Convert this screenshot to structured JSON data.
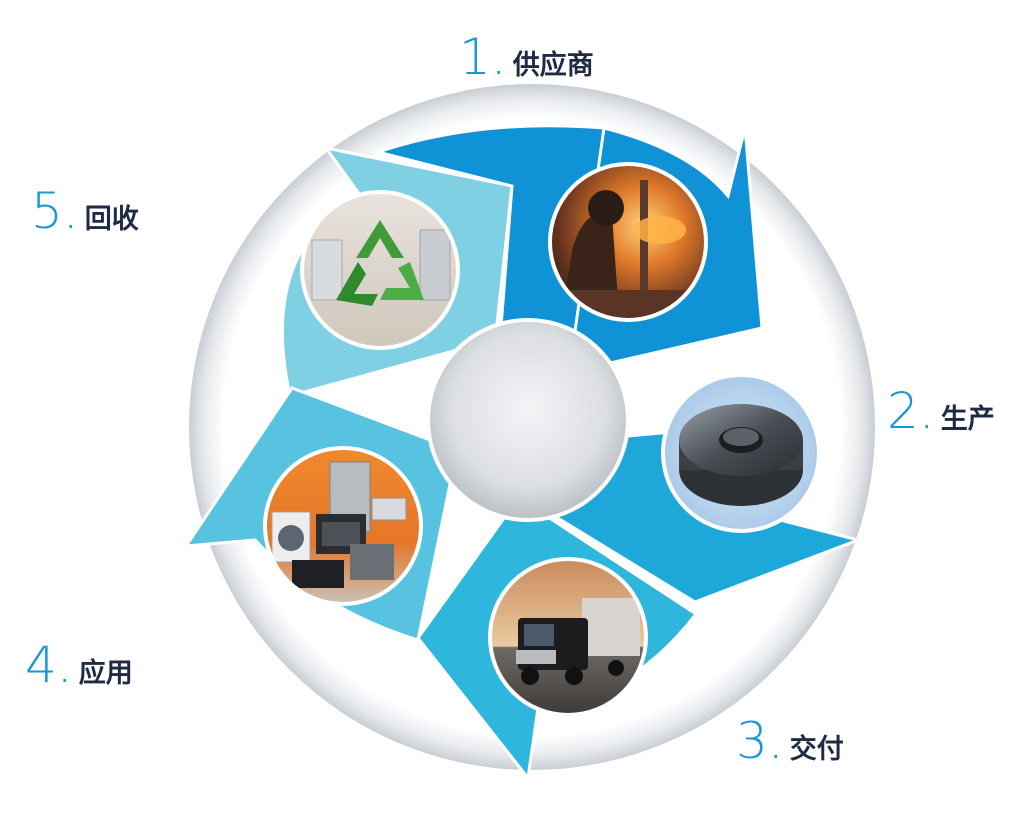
{
  "colors": {
    "accent": "#1896d6",
    "label_text": "#1f2a44",
    "arrow_1": "#0f92d6",
    "arrow_2": "#1ea8da",
    "arrow_3": "#2eb6dc",
    "arrow_4": "#57c3e0",
    "arrow_5": "#7fd0e3",
    "hub": "#d9dcdf"
  },
  "steps": [
    {
      "num": "1.",
      "text": "供应商",
      "photo": "steel-foundry-worker-photo"
    },
    {
      "num": "2.",
      "text": "生产",
      "photo": "threaded-nut-photo"
    },
    {
      "num": "3.",
      "text": "交付",
      "photo": "semi-truck-photo"
    },
    {
      "num": "4.",
      "text": "应用",
      "photo": "home-appliances-photo"
    },
    {
      "num": "5.",
      "text": "回收",
      "photo": "recycling-symbol-photo"
    }
  ]
}
